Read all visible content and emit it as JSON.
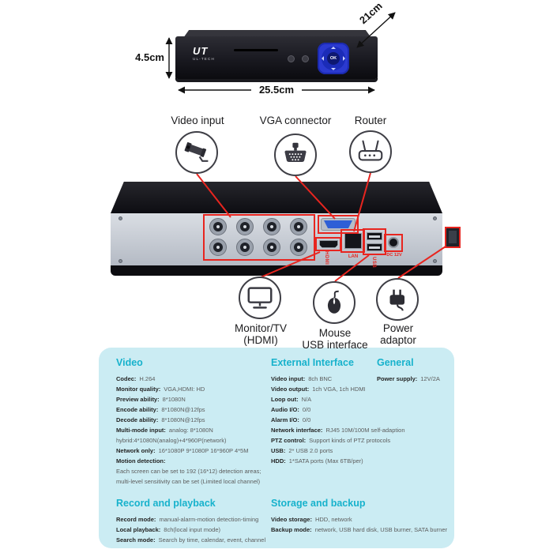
{
  "product": {
    "brand_logo": "UT",
    "brand_name": "UL-TECH",
    "dpad_ok": "OK",
    "dimensions": {
      "height": "4.5cm",
      "depth": "21cm",
      "width": "25.5cm"
    }
  },
  "top_callouts": [
    {
      "label": "Video input"
    },
    {
      "label": "VGA connector"
    },
    {
      "label": "Router"
    }
  ],
  "bottom_callouts": [
    {
      "line1": "Monitor/TV",
      "line2": "(HDMI)"
    },
    {
      "line1": "Mouse",
      "line2": "USB interface"
    },
    {
      "line1": "Power",
      "line2": "adaptor"
    }
  ],
  "back_panel_labels": {
    "hdmi": "HDMI",
    "lan": "LAN",
    "usb": "USB",
    "dc": "DC 12V"
  },
  "specs": {
    "video": {
      "title": "Video",
      "rows": [
        {
          "label": "Codec:",
          "value": "H.264"
        },
        {
          "label": "Monitor quality:",
          "value": "VGA,HDMI: HD"
        },
        {
          "label": "Preview ability:",
          "value": "8*1080N"
        },
        {
          "label": "Encode ability:",
          "value": "8*1080N@12fps"
        },
        {
          "label": "Decode ability:",
          "value": "8*1080N@12fps"
        },
        {
          "label": "Multi-mode input:",
          "value": "analog: 8*1080N"
        },
        {
          "label": "",
          "value": "hybrid:4*1080N(analog)+4*960P(network)"
        },
        {
          "label": "Network only:",
          "value": "16*1080P  9*1080P  16*960P  4*5M"
        },
        {
          "label": "Motion detection:",
          "value": ""
        },
        {
          "label": "",
          "value": "Each screen can be set to 192 (16*12) detection areas;"
        },
        {
          "label": "",
          "value": "multi-level sensitivity can be set (Limited local channel)"
        }
      ]
    },
    "external": {
      "title": "External Interface",
      "rows": [
        {
          "label": "Video input:",
          "value": "8ch BNC"
        },
        {
          "label": "Video output:",
          "value": "1ch VGA, 1ch HDMI"
        },
        {
          "label": "Loop out:",
          "value": "N/A"
        },
        {
          "label": "Audio I/O:",
          "value": "0/0"
        },
        {
          "label": "Alarm I/O:",
          "value": "0/0"
        },
        {
          "label": "Network interface:",
          "value": "RJ45 10M/100M self-adaption"
        },
        {
          "label": "PTZ control:",
          "value": "Support kinds of PTZ protocols"
        },
        {
          "label": "USB:",
          "value": "2* USB 2.0 ports"
        },
        {
          "label": "HDD:",
          "value": "1*SATA ports (Max 6TB/per)"
        }
      ]
    },
    "general": {
      "title": "General",
      "rows": [
        {
          "label": "Power supply:",
          "value": "12V/2A"
        }
      ]
    },
    "record": {
      "title": "Record and playback",
      "rows": [
        {
          "label": "Record mode:",
          "value": "manual-alarm-motion detection-timing"
        },
        {
          "label": "Local playback:",
          "value": "8ch(local input mode)"
        },
        {
          "label": "Search mode:",
          "value": "Search by time, calendar, event, channel"
        }
      ]
    },
    "storage": {
      "title": "Storage and backup",
      "rows": [
        {
          "label": "Video storage:",
          "value": "HDD, network"
        },
        {
          "label": "Backup mode:",
          "value": "network, USB hard disk, USB burner, SATA burner"
        }
      ]
    }
  }
}
